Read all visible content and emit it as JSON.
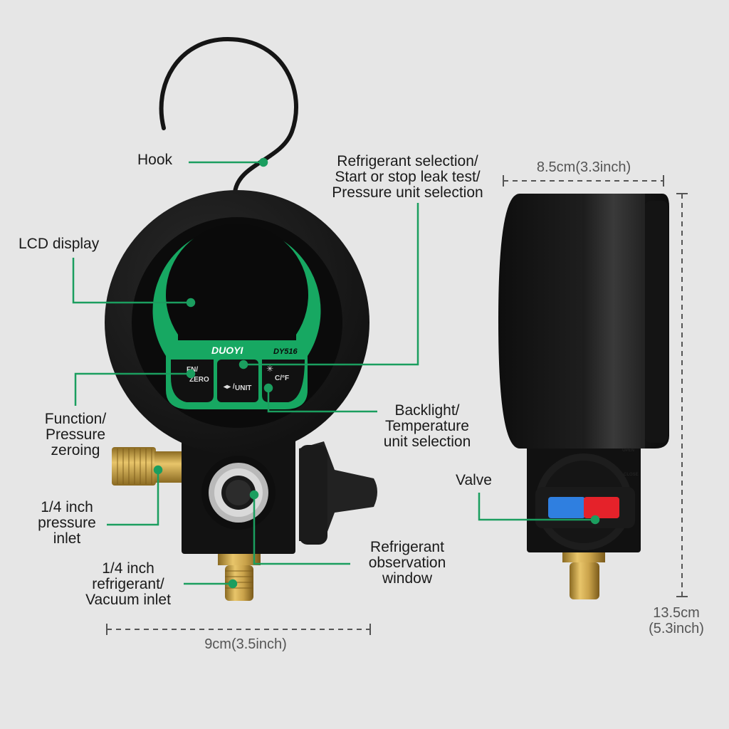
{
  "callouts": {
    "hook": "Hook",
    "lcd_display": "LCD display",
    "refrigerant_selection": [
      "Refrigerant selection/",
      "Start or stop leak test/",
      "Pressure unit selection"
    ],
    "function_zeroing": [
      "Function/",
      "Pressure",
      "zeroing"
    ],
    "backlight_temp": [
      "Backlight/",
      "Temperature",
      "unit selection"
    ],
    "pressure_inlet": [
      "1/4 inch",
      "pressure",
      "inlet"
    ],
    "refrigerant_vacuum_inlet": [
      "1/4 inch",
      "refrigerant/",
      "Vacuum inlet"
    ],
    "observation_window": [
      "Refrigerant",
      "observation",
      "window"
    ],
    "valve": "Valve"
  },
  "dimensions": {
    "width_front": "9cm(3.5inch)",
    "depth_side": "8.5cm(3.3inch)",
    "height": [
      "13.5cm",
      "(5.3inch)"
    ]
  },
  "device": {
    "brand": "DUOYI",
    "model": "DY516",
    "button_fn": [
      "FN/",
      "ZERO"
    ],
    "button_unit": "UNIT",
    "button_temp": "C/°F",
    "valve_open": "OPEN",
    "valve_close": "CLOSE"
  },
  "colors": {
    "accent_green": "#17a862",
    "leader_green": "#1b9e5f",
    "body_black": "#151515",
    "brass": "#c9a24a",
    "valve_blue": "#2f7fe0",
    "valve_red": "#e5222a"
  }
}
